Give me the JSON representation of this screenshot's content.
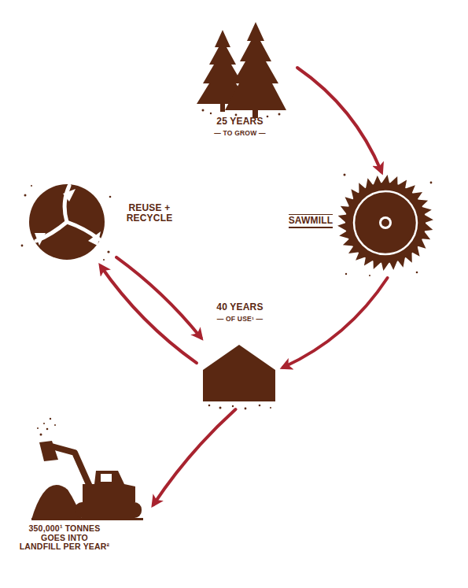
{
  "diagram": {
    "nodes": [
      {
        "text": [
          "25 YEARS",
          "— TO GROW —"
        ]
      },
      {
        "text": [
          "REUSE + RECYCLE"
        ]
      },
      {
        "text": [
          "SAWMILL"
        ]
      },
      {
        "text": [
          "40 YEARS",
          "— OF USE¹ —"
        ]
      },
      {
        "text": [
          "350,000¹ TONNES GOES INTO LANDFILL PER YEAR²"
        ]
      }
    ],
    "edges": [
      {
        "from": 0,
        "to": 2,
        "arrow": "to"
      },
      {
        "from": 2,
        "to": 3,
        "arrow": "to"
      },
      {
        "from": 3,
        "to": 1,
        "arrow": "to"
      },
      {
        "from": 1,
        "to": 3,
        "arrow": "to"
      },
      {
        "from": 3,
        "to": 4,
        "arrow": "to"
      }
    ]
  }
}
